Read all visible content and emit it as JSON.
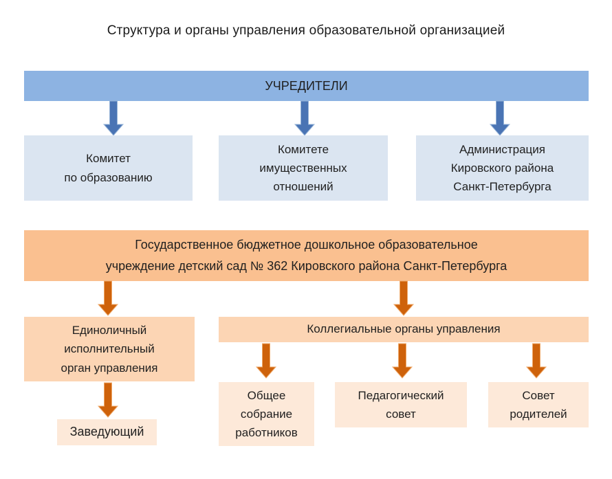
{
  "title": "Структура и органы управления образовательной организацией",
  "founders": {
    "header": "УЧРЕДИТЕЛИ",
    "committees": [
      {
        "label": "Комитет\nпо образованию"
      },
      {
        "label": "Комитете\nимущественных\nотношений"
      },
      {
        "label": "Администрация\nКировского района\nСанкт-Петербурга"
      }
    ]
  },
  "institution": {
    "label": "Государственное бюджетное дошкольное образовательное\nучреждение детский сад № 362 Кировского района Санкт-Петербурга"
  },
  "sole_executive": {
    "label": "Единоличный\nисполнительный\nорган управления",
    "head": "Заведующий"
  },
  "collegial": {
    "header": "Коллегиальные органы управления",
    "bodies": [
      {
        "label": "Общее\nсобрание\nработников"
      },
      {
        "label": "Педагогический\nсовет"
      },
      {
        "label": "Совет\nродителей"
      }
    ]
  },
  "colors": {
    "text": "#1f1f1f",
    "founders_bar_bg": "#8DB3E2",
    "founders_box_bg": "#DBE5F1",
    "blue_arrow": "#4A74B4",
    "blue_arrow_stroke": "#95B3D7",
    "main_box_bg": "#FAC090",
    "org_box_bg": "#FCD5B4",
    "leaf_box_bg": "#FDE9D9",
    "orange_arrow": "#CE620B",
    "orange_arrow_stroke": "#EFA868"
  }
}
